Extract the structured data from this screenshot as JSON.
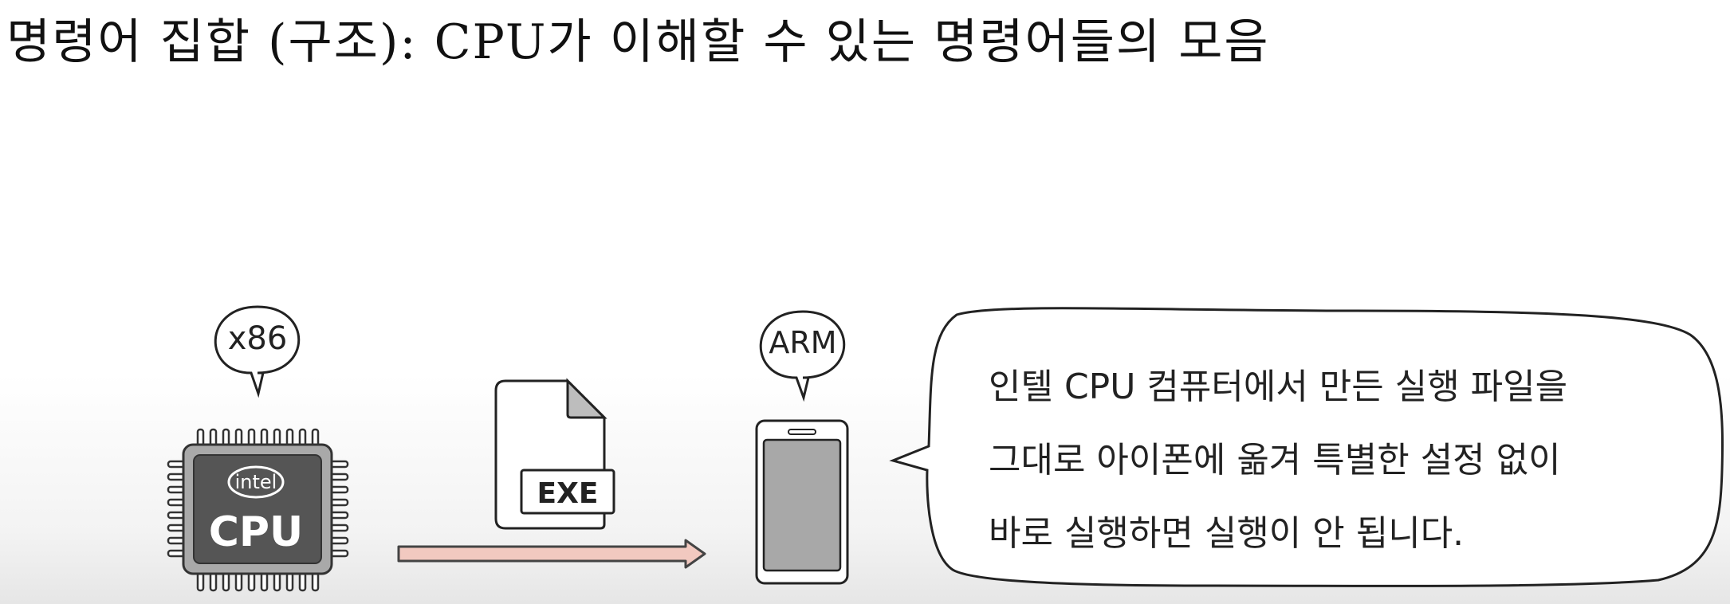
{
  "title": "명령어 집합 (구조): CPU가 이해할 수 있는 명령어들의 모음",
  "left_cpu": {
    "isa_label": "x86",
    "brand": "intel",
    "chip_label": "CPU"
  },
  "file": {
    "label": "EXE"
  },
  "right_device": {
    "isa_label": "ARM"
  },
  "speech": {
    "lines": [
      "인텔 CPU 컴퓨터에서 만든 실행 파일을",
      "그대로 아이폰에 옮겨 특별한 설정 없이",
      "바로 실행하면 실행이 안 됩니다."
    ]
  },
  "colors": {
    "arrow_fill": "#f2c9c0",
    "chip_dark": "#555555",
    "chip_frame": "#a9a9a9",
    "phone_screen": "#a8a8a8",
    "file_fold": "#bdbdbd"
  }
}
